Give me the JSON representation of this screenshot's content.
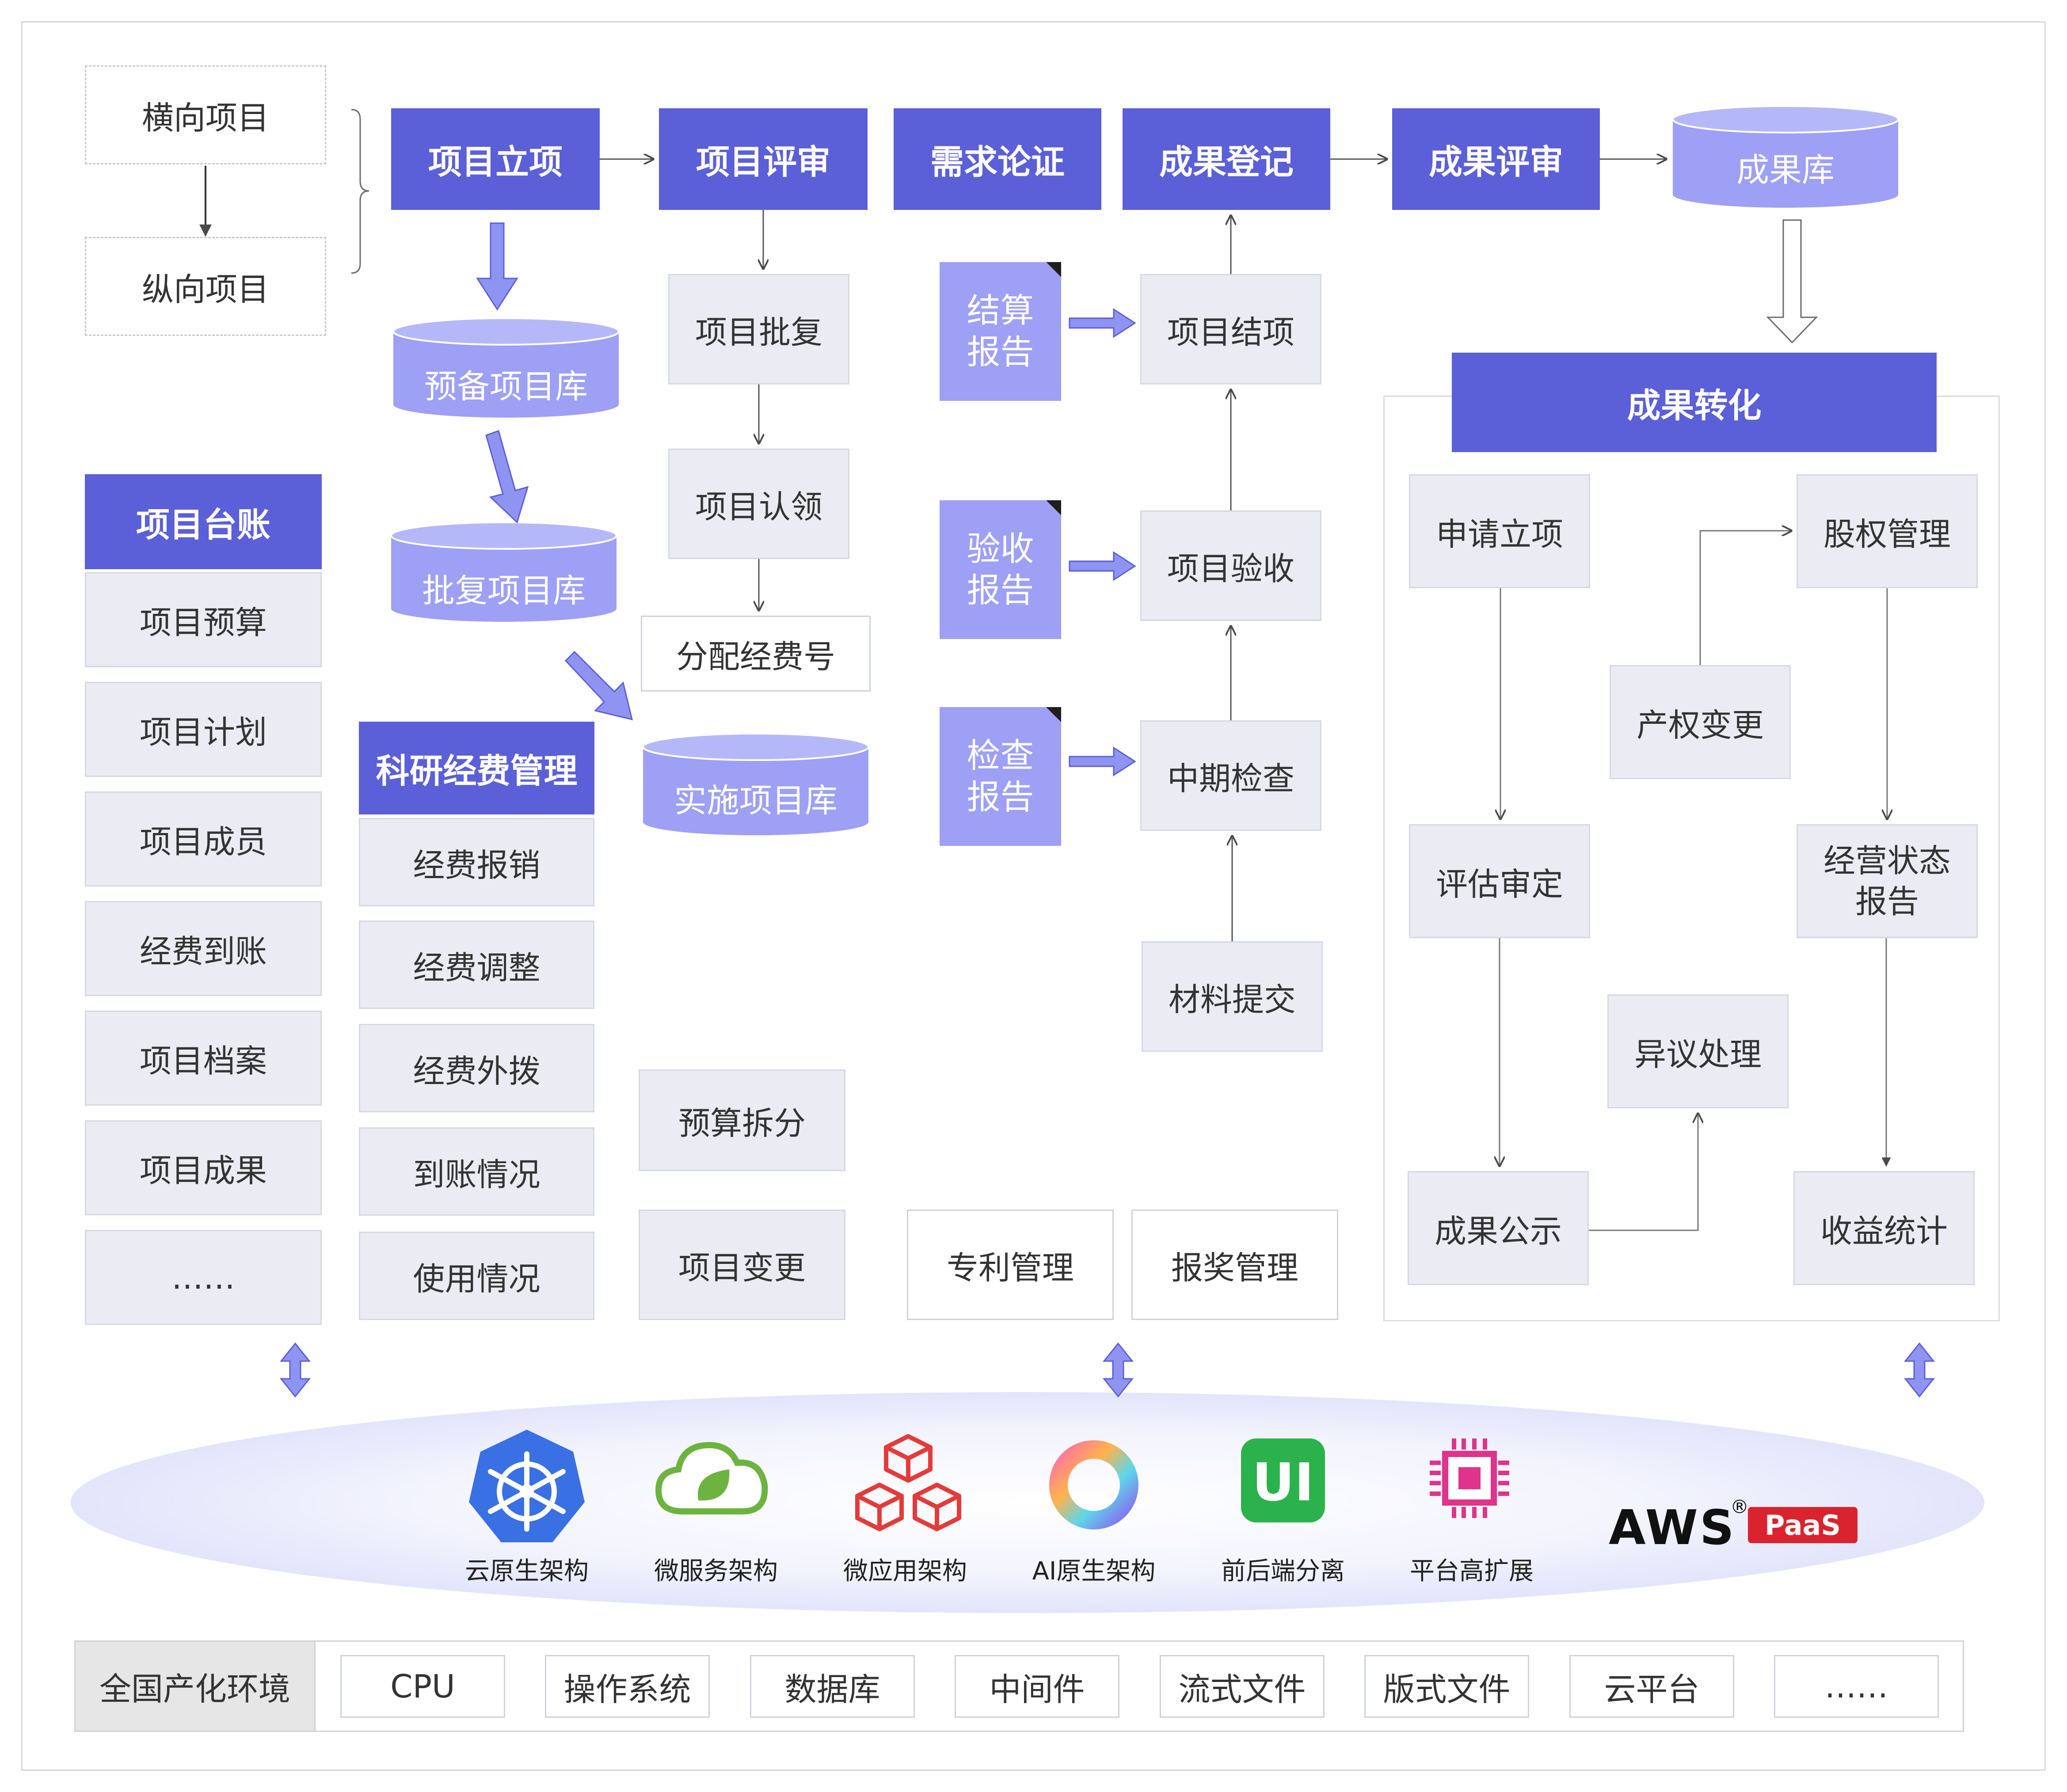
{
  "project_types": {
    "horizontal": "横向项目",
    "vertical": "纵向项目"
  },
  "flow_headers": {
    "initiation": "项目立项",
    "review": "项目评审",
    "demand": "需求论证",
    "registration": "成果登记",
    "result_review": "成果评审"
  },
  "databases": {
    "results": "成果库",
    "reserve": "预备项目库",
    "approved": "批复项目库",
    "implementation": "实施项目库"
  },
  "review_steps": {
    "approval": "项目批复",
    "claim": "项目认领",
    "fund_number": "分配经费号"
  },
  "reports": {
    "settlement": "结算\n报告",
    "acceptance": "验收\n报告",
    "inspection": "检查\n报告"
  },
  "registration_steps": {
    "closure": "项目结项",
    "acceptance": "项目验收",
    "midterm": "中期检查",
    "materials": "材料提交"
  },
  "ledger": {
    "title": "项目台账",
    "items": [
      "项目预算",
      "项目计划",
      "项目成员",
      "经费到账",
      "项目档案",
      "项目成果",
      "……"
    ]
  },
  "funds": {
    "title": "科研经费管理",
    "items": [
      "经费报销",
      "经费调整",
      "经费外拨",
      "到账情况",
      "使用情况"
    ]
  },
  "misc": {
    "budget_split": "预算拆分",
    "project_change": "项目变更",
    "patent": "专利管理",
    "award": "报奖管理"
  },
  "transformation": {
    "title": "成果转化",
    "apply": "申请立项",
    "equity": "股权管理",
    "property_change": "产权变更",
    "evaluate": "评估审定",
    "operation_report": "经营状态\n报告",
    "objection": "异议处理",
    "publicity": "成果公示",
    "revenue": "收益统计"
  },
  "platform": {
    "items": [
      "云原生架构",
      "微服务架构",
      "微应用架构",
      "AI原生架构",
      "前后端分离",
      "平台高扩展"
    ],
    "logo_aws": "AWS",
    "logo_reg": "®",
    "logo_paas": "PaaS"
  },
  "infra": {
    "title": "全国产化环境",
    "items": [
      "CPU",
      "操作系统",
      "数据库",
      "中间件",
      "流式文件",
      "版式文件",
      "云平台",
      "……"
    ]
  },
  "colors": {
    "primary": "#5b5fd8",
    "light": "#9da0f4",
    "box": "#ebecf3"
  }
}
